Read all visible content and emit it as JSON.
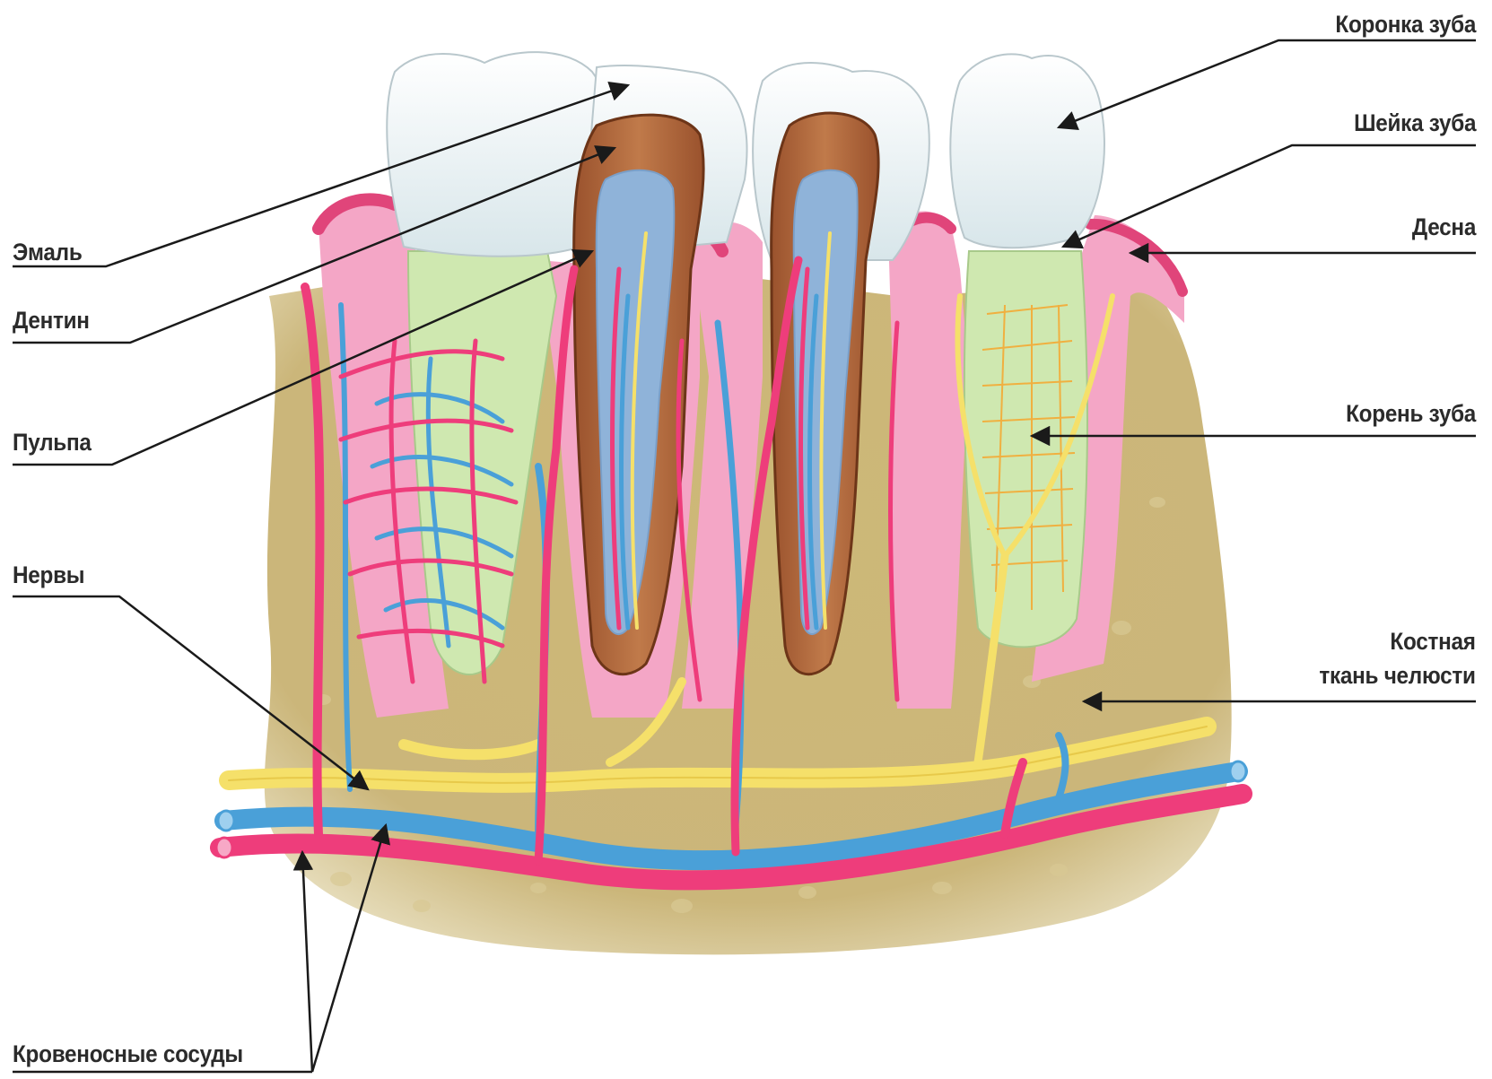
{
  "labels": {
    "enamel": "Эмаль",
    "dentin": "Дентин",
    "pulp": "Пульпа",
    "nerves": "Нервы",
    "blood_vessels": "Кровеносные сосуды",
    "crown": "Коронка зуба",
    "neck": "Шейка зуба",
    "gum": "Десна",
    "root": "Корень зуба",
    "bone_line1": "Костная",
    "bone_line2": "ткань челюсти"
  },
  "colors": {
    "bone": "#c9b676",
    "bone_light": "#e8dcaa",
    "gum": "#f4a6c6",
    "gum_dark": "#e0457a",
    "enamel": "#eef3f5",
    "dentin": "#a9603a",
    "pulp": "#8fb3d9",
    "root_green": "#cfe8b0",
    "artery": "#ee3d7b",
    "vein": "#4aa0d8",
    "nerve": "#f5e06a",
    "leader": "#1a1a1a"
  }
}
